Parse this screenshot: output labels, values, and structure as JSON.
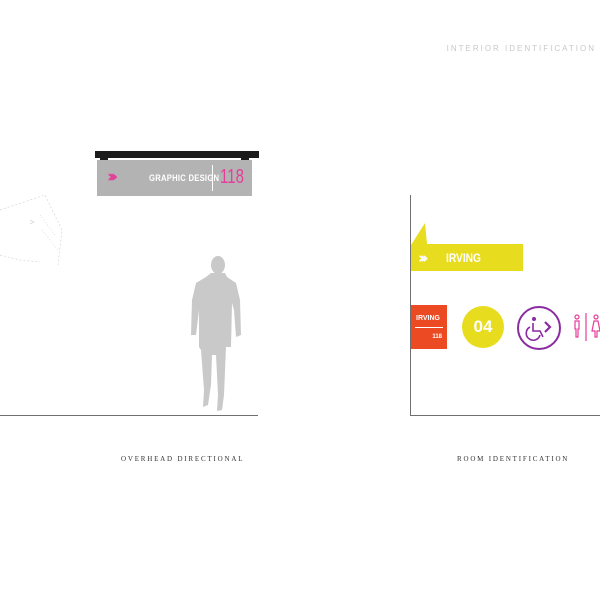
{
  "header": {
    "title": "INTERIOR IDENTIFICATION"
  },
  "overhead_panel": {
    "sign": {
      "chevrons": "›››",
      "label": "GRAPHIC DESIGN",
      "number": "118"
    },
    "caption": "OVERHEAD DIRECTIONAL"
  },
  "room_panel": {
    "banner": {
      "chevrons": "›››",
      "label": "IRVING"
    },
    "plate": {
      "name": "IRVING",
      "number": "118"
    },
    "floor_marker": "04",
    "caption": "ROOM IDENTIFICATION"
  },
  "colors": {
    "magenta": "#e63d9a",
    "yellow": "#e8dc1e",
    "orange": "#ec4a23",
    "purple": "#8a2ca0",
    "sign_gray": "#b3b3b3",
    "silhouette_gray": "#c9c9c9"
  },
  "icons": {
    "accessibility": "wheelchair-icon",
    "restroom": "restroom-icon",
    "silhouette": "person-silhouette"
  }
}
